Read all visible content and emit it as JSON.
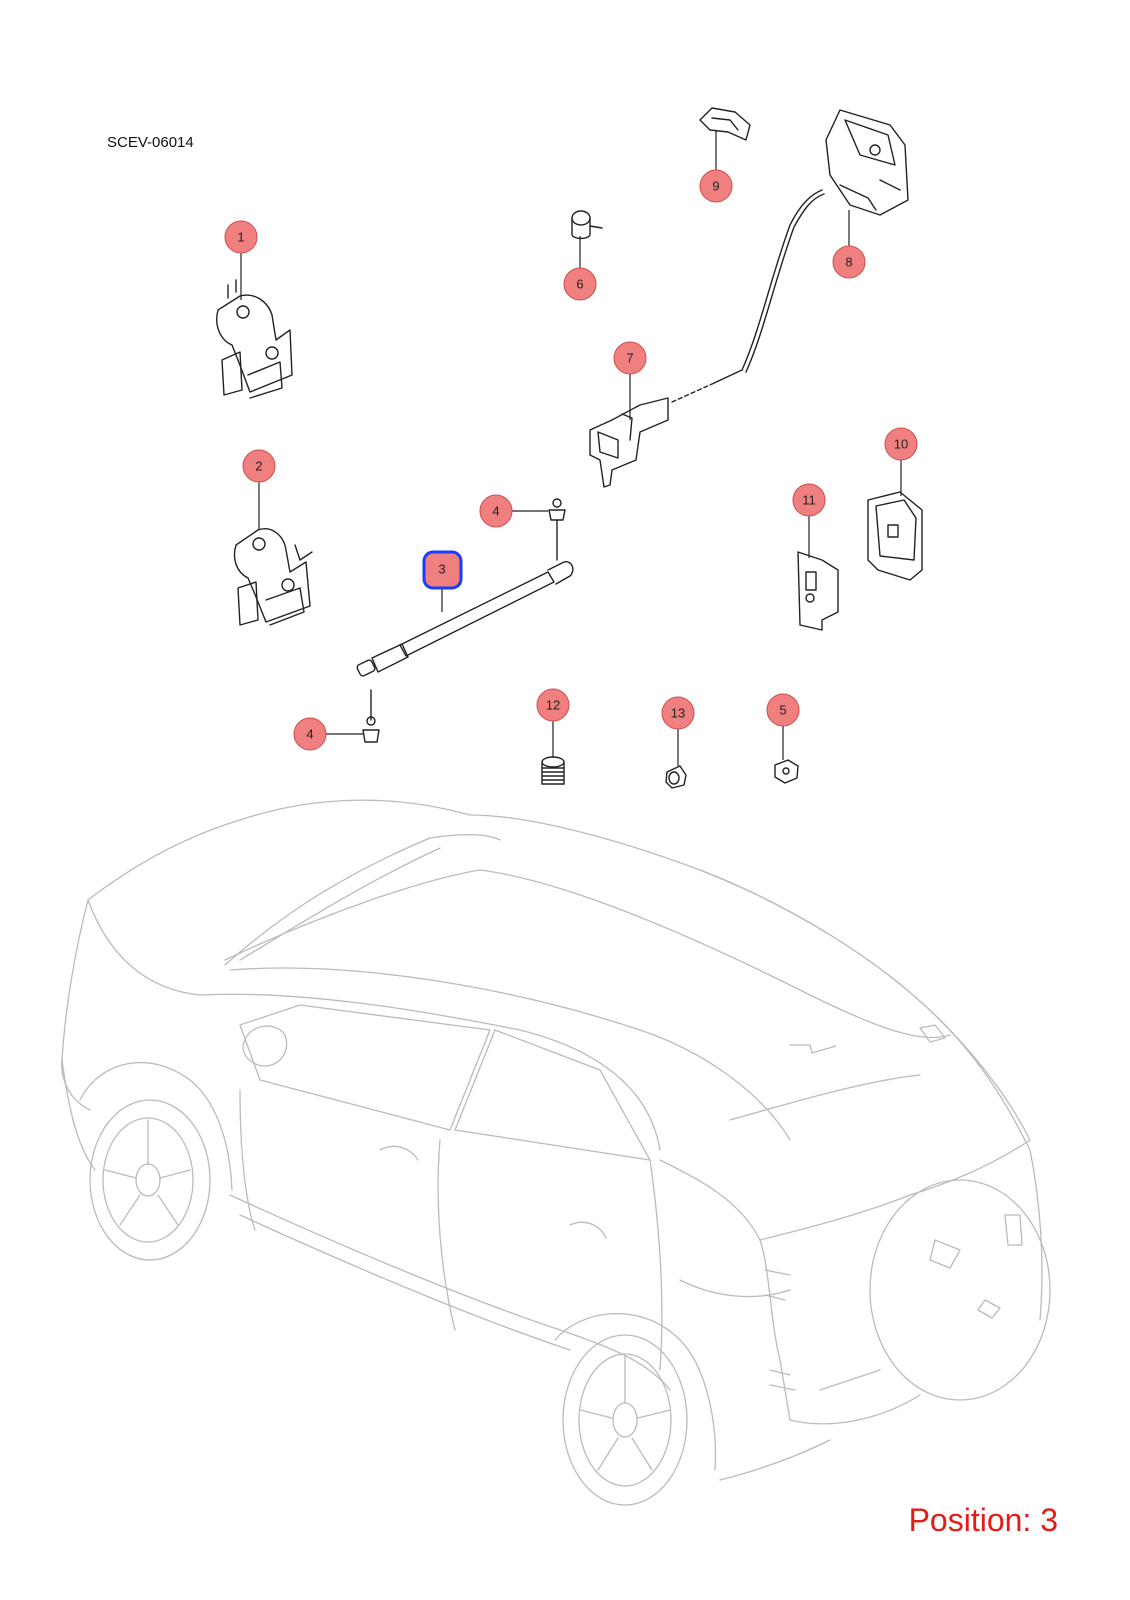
{
  "diagram": {
    "code": "SCEV-06014",
    "position_text": "Position: 3",
    "selected_callout": "3",
    "colors": {
      "callout_fill": "#f08080",
      "selected_outline": "#1a3cff",
      "position_text": "#e41b17"
    }
  },
  "callouts": [
    {
      "id": "1",
      "label": "1"
    },
    {
      "id": "2",
      "label": "2"
    },
    {
      "id": "3",
      "label": "3"
    },
    {
      "id": "4a",
      "label": "4"
    },
    {
      "id": "4b",
      "label": "4"
    },
    {
      "id": "5",
      "label": "5"
    },
    {
      "id": "6",
      "label": "6"
    },
    {
      "id": "7",
      "label": "7"
    },
    {
      "id": "8",
      "label": "8"
    },
    {
      "id": "9",
      "label": "9"
    },
    {
      "id": "10",
      "label": "10"
    },
    {
      "id": "11",
      "label": "11"
    },
    {
      "id": "12",
      "label": "12"
    },
    {
      "id": "13",
      "label": "13"
    }
  ]
}
